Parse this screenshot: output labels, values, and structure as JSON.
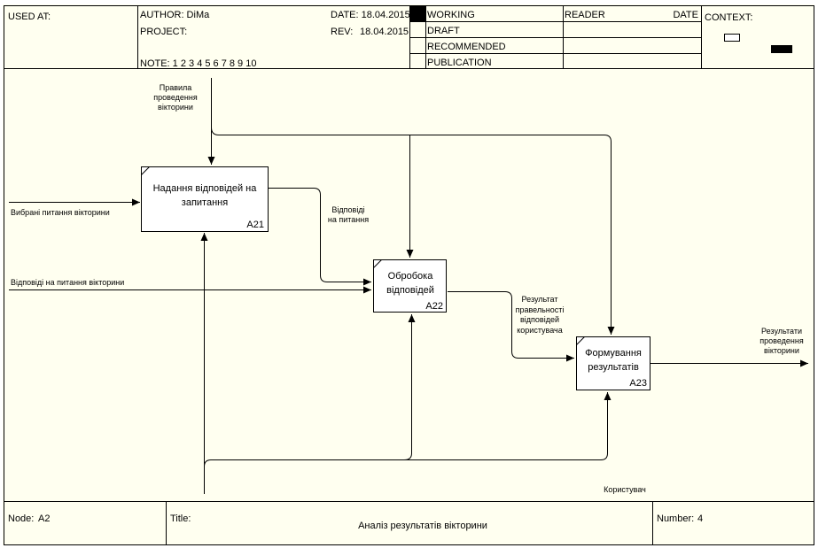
{
  "header": {
    "used_at": "USED AT:",
    "author": "AUTHOR: DiMa",
    "project": "PROJECT:",
    "date": "DATE: 18.04.2015",
    "rev_label": "REV:",
    "rev_value": "18.04.2015",
    "note": "NOTE:  1  2  3  4  5  6  7  8  9  10",
    "status_options": [
      "WORKING",
      "DRAFT",
      "RECOMMENDED",
      "PUBLICATION"
    ],
    "reader": "READER",
    "reader_date": "DATE",
    "context": "CONTEXT:"
  },
  "boxes": [
    {
      "id": "A21",
      "title_lines": [
        "Надання відповідей на",
        "запитання"
      ],
      "number": "A21"
    },
    {
      "id": "A22",
      "title_lines": [
        "Обробока",
        "відповідей"
      ],
      "number": "A22"
    },
    {
      "id": "A23",
      "title_lines": [
        "Формування",
        "результатів"
      ],
      "number": "A23"
    }
  ],
  "labels": {
    "rules": [
      "Правила",
      "проведення",
      "вікторини"
    ],
    "chosen_questions": [
      "Вибрані питання вікторини"
    ],
    "answers_to_questions": [
      "Відповіді на питання вікторини"
    ],
    "answers_internal": [
      "Відповіді",
      "на питання"
    ],
    "correctness_result": [
      "Результат",
      "правельності",
      "відповідей",
      "користувача"
    ],
    "quiz_results": [
      "Результати",
      "проведення",
      "вікторини"
    ],
    "user": [
      "Користувач"
    ]
  },
  "footer": {
    "node_label": "Node:",
    "node_value": "A2",
    "title_label": "Title:",
    "title_value": "Аналіз результатів вікторини",
    "number_label": "Number:",
    "number_value": "4"
  },
  "colors": {
    "sheet": "#fffff0",
    "line": "#000000",
    "box": "#ffffff"
  }
}
